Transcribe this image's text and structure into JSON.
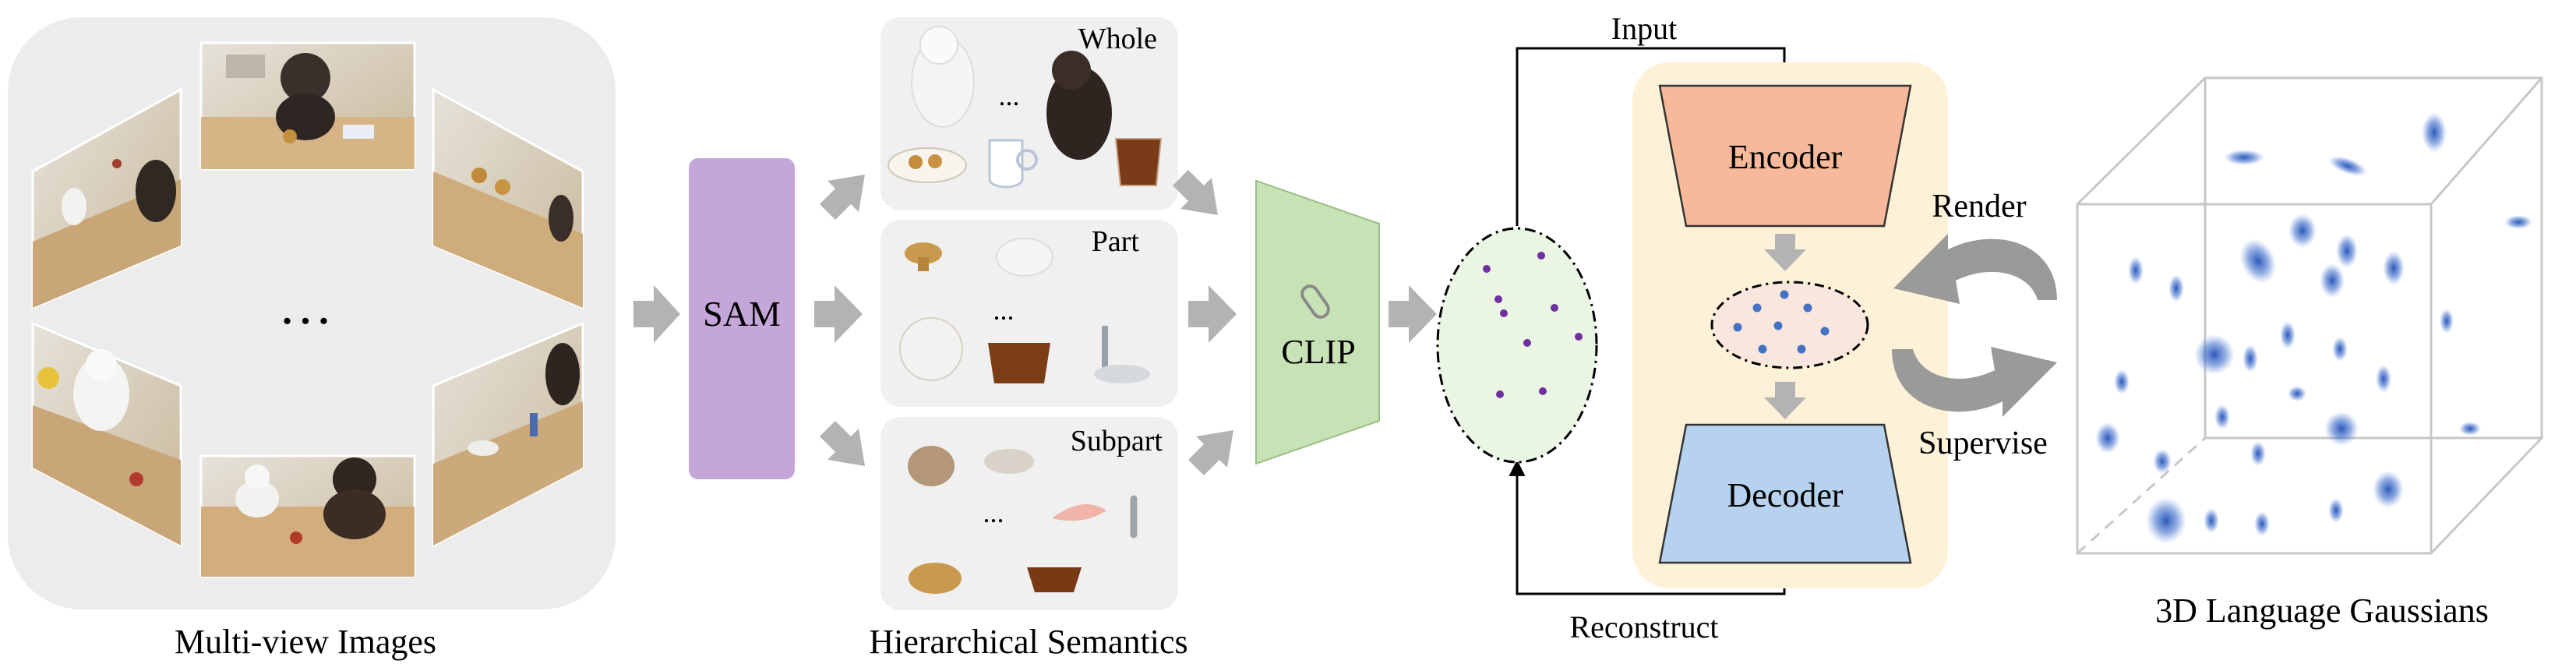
{
  "labels": {
    "multiview": "Multi-view Images",
    "sam": "SAM",
    "whole": "Whole",
    "part": "Part",
    "subpart": "Subpart",
    "hierarchical": "Hierarchical Semantics",
    "clip": "CLIP",
    "input": "Input",
    "encoder": "Encoder",
    "decoder": "Decoder",
    "reconstruct": "Reconstruct",
    "render": "Render",
    "supervise": "Supervise",
    "gaussians": "3D Language Gaussians",
    "dots": "…",
    "small_dots": "..."
  },
  "colors": {
    "sam_fill": "#c4a6d9",
    "clip_fill": "#c7e2b5",
    "clip_stroke": "#9bbf85",
    "encoder_fill": "#f6b99a",
    "decoder_fill": "#b7d2ee",
    "latent_panel": "#fdf2d8",
    "latent_ellipse": "#f9e6dc",
    "feature_ellipse": "#eaf5e4",
    "point_purple": "#7030a0",
    "point_blue": "#4472c4",
    "gaussian_blue": "#2f5fbf",
    "arrow_gray": "#b3b3b3",
    "panel_gray": "#f0f0f0"
  }
}
